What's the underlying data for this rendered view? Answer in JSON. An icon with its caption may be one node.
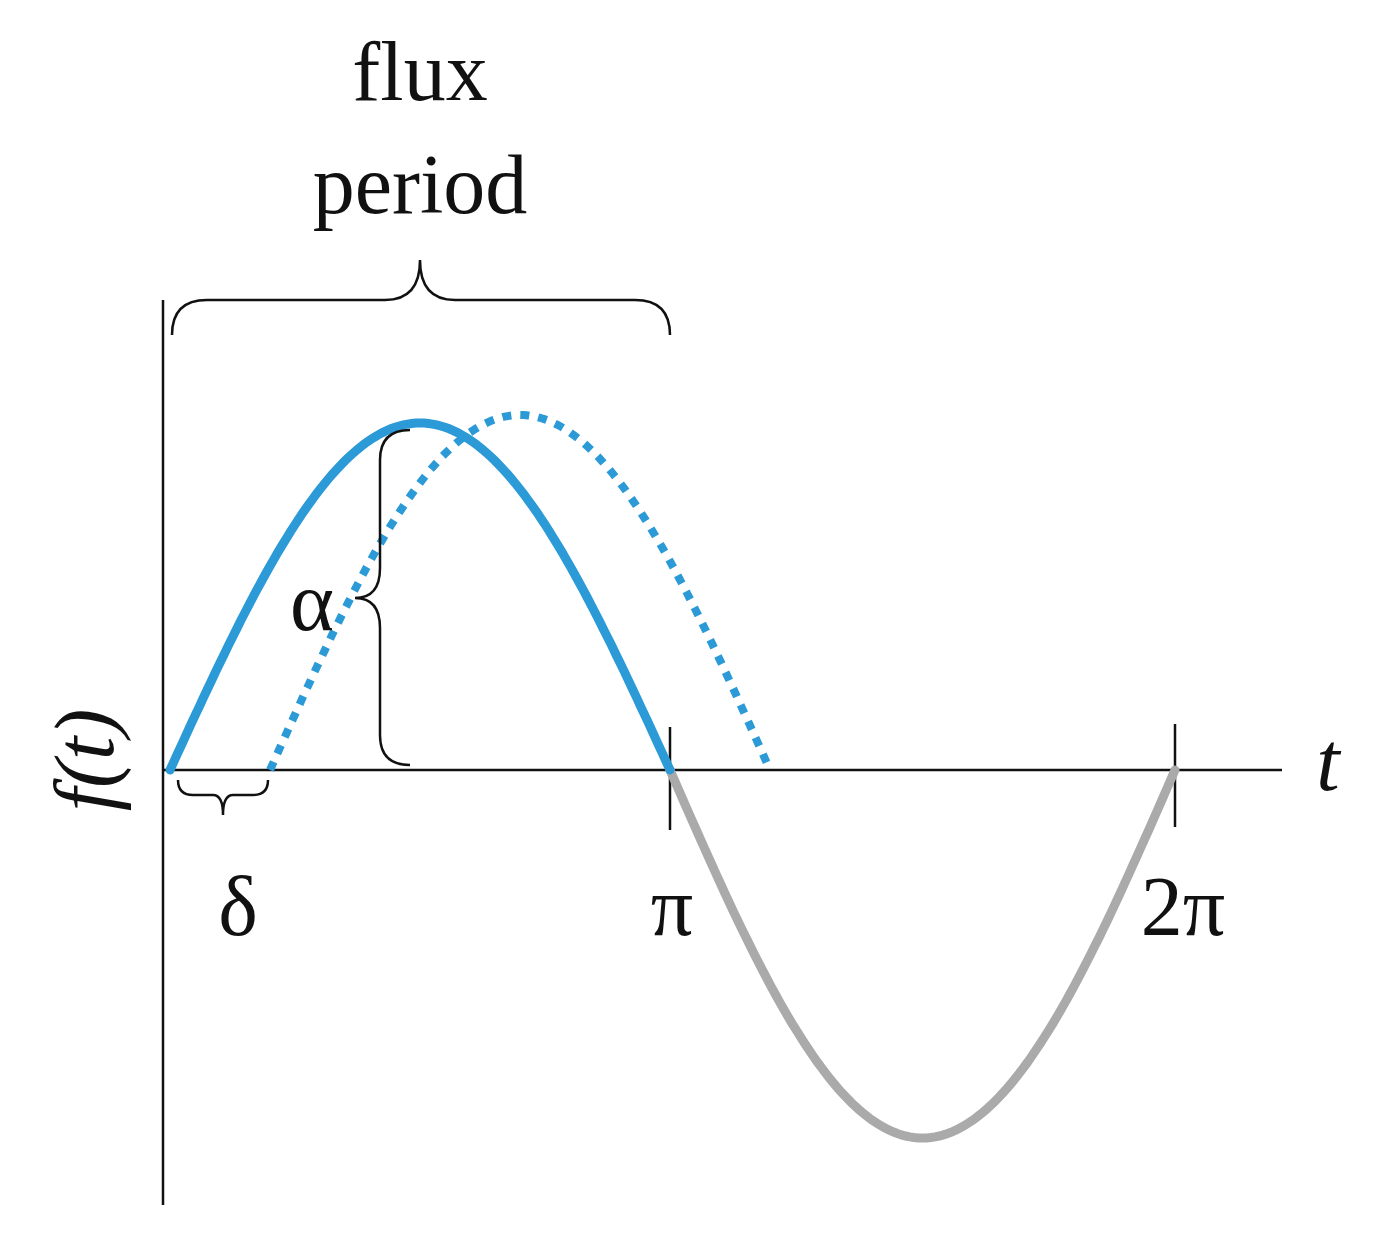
{
  "diagram": {
    "labels": [
      "flux period",
      "α",
      "f(t)",
      "t",
      "δ",
      "π",
      "2π"
    ]
  }
}
